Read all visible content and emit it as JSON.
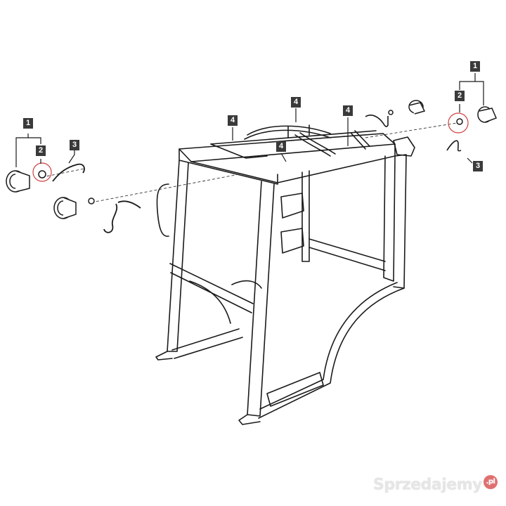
{
  "callouts": {
    "left_lamp_assembly": "1",
    "left_lamp_bulb": "2",
    "left_lamp_wire": "3",
    "right_lamp_assembly": "1",
    "right_lamp_bulb": "2",
    "right_lamp_wire": "3",
    "frame_top_left": "4",
    "frame_top_center": "4",
    "frame_top_right": "4",
    "frame_inner": "4"
  },
  "watermark": {
    "brand": "Sprzedajemy",
    "suffix": ".pl"
  },
  "colors": {
    "line": "#1a1a1a",
    "callout_bg": "#3a3a3a",
    "callout_text": "#ffffff",
    "highlight_circle": "#d04040"
  }
}
